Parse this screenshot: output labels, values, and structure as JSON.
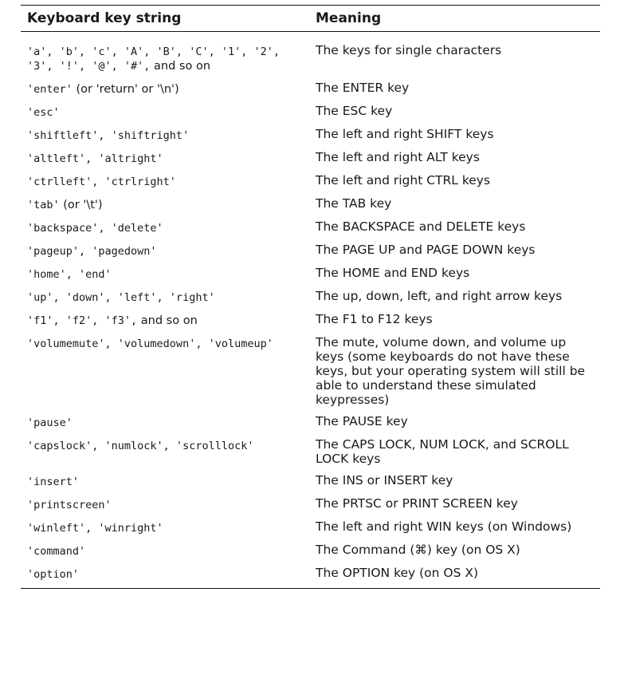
{
  "table": {
    "header": {
      "key": "Keyboard key string",
      "meaning": "Meaning"
    },
    "rows": [
      {
        "key_code": "'a', 'b', 'c', 'A', 'B', 'C', '1', '2', '3', '!', '@', '#',",
        "key_text": " and so on",
        "meaning": "The keys for single characters"
      },
      {
        "key_code": "'enter'",
        "key_text": " (or 'return' or '\\n')",
        "meaning": "The ENTER key"
      },
      {
        "key_code": "'esc'",
        "key_text": "",
        "meaning": "The ESC key"
      },
      {
        "key_code": "'shiftleft', 'shiftright'",
        "key_text": "",
        "meaning": "The left and right SHIFT keys"
      },
      {
        "key_code": "'altleft', 'altright'",
        "key_text": "",
        "meaning": "The left and right ALT keys"
      },
      {
        "key_code": "'ctrlleft', 'ctrlright'",
        "key_text": "",
        "meaning": "The left and right CTRL keys"
      },
      {
        "key_code": "'tab'",
        "key_text": " (or '\\t')",
        "meaning": "The TAB key"
      },
      {
        "key_code": "'backspace', 'delete'",
        "key_text": "",
        "meaning": "The BACKSPACE and DELETE keys"
      },
      {
        "key_code": "'pageup', 'pagedown'",
        "key_text": "",
        "meaning": "The PAGE UP and PAGE DOWN keys"
      },
      {
        "key_code": "'home', 'end'",
        "key_text": "",
        "meaning": "The HOME and END keys"
      },
      {
        "key_code": "'up', 'down', 'left', 'right'",
        "key_text": "",
        "meaning": "The up, down, left, and right arrow keys"
      },
      {
        "key_code": "'f1', 'f2', 'f3',",
        "key_text": " and so on",
        "meaning": "The F1 to F12 keys"
      },
      {
        "key_code": "'volumemute', 'volumedown', 'volumeup'",
        "key_text": "",
        "meaning": "The mute, volume down, and volume up keys (some keyboards do not have these keys, but your operating system will still be able to understand these simulated keypresses)"
      },
      {
        "key_code": "'pause'",
        "key_text": "",
        "meaning": "The PAUSE key"
      },
      {
        "key_code": "'capslock', 'numlock', 'scrolllock'",
        "key_text": "",
        "meaning": "The CAPS LOCK, NUM LOCK, and SCROLL LOCK keys"
      },
      {
        "key_code": "'insert'",
        "key_text": "",
        "meaning": "The INS or INSERT key"
      },
      {
        "key_code": "'printscreen'",
        "key_text": "",
        "meaning": "The PRTSC or PRINT SCREEN key"
      },
      {
        "key_code": "'winleft', 'winright'",
        "key_text": "",
        "meaning": "The left and right WIN keys (on Windows)"
      },
      {
        "key_code": "'command'",
        "key_text": "",
        "meaning": "The Command (⌘) key (on OS X)"
      },
      {
        "key_code": "'option'",
        "key_text": "",
        "meaning": "The OPTION key (on OS X)"
      }
    ]
  }
}
